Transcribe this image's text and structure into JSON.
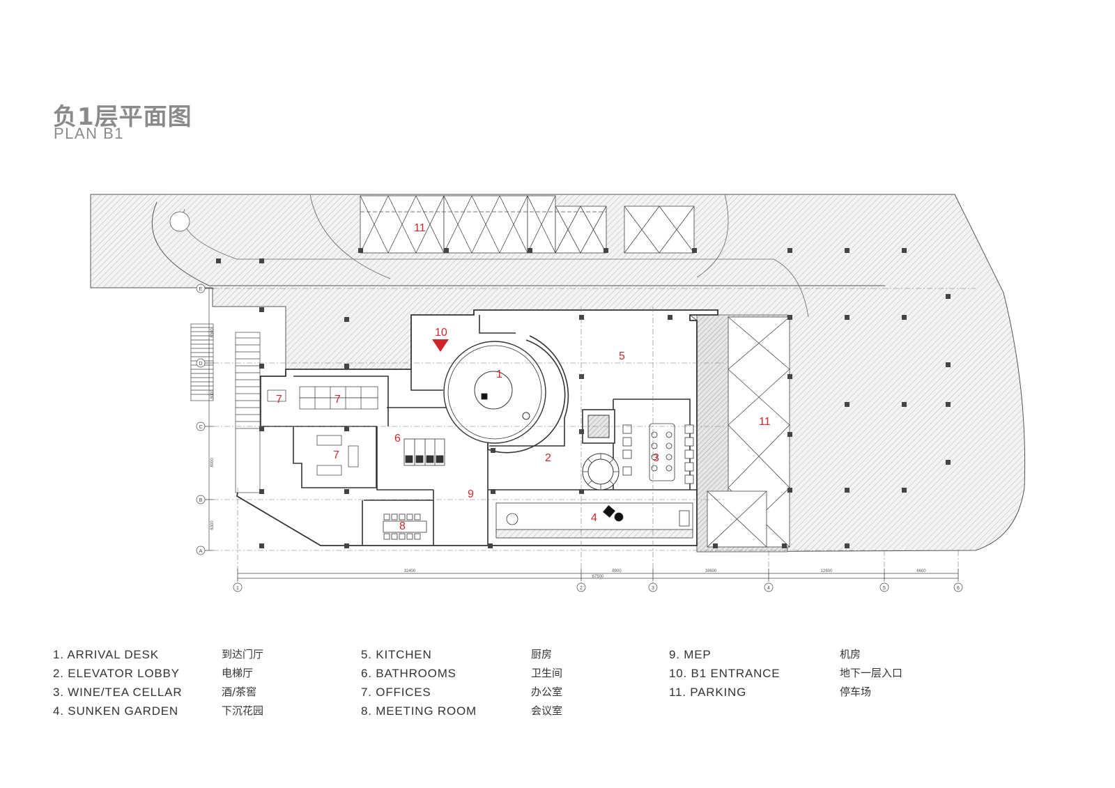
{
  "title": {
    "cn": "负1层平面图",
    "en": "PLAN B1"
  },
  "rooms": [
    {
      "num": "1"
    },
    {
      "num": "2"
    },
    {
      "num": "3"
    },
    {
      "num": "4"
    },
    {
      "num": "5"
    },
    {
      "num": "6"
    },
    {
      "num": "7"
    },
    {
      "num": "7"
    },
    {
      "num": "7"
    },
    {
      "num": "8"
    },
    {
      "num": "9"
    },
    {
      "num": "10"
    },
    {
      "num": "11"
    },
    {
      "num": "11"
    }
  ],
  "dimensions": {
    "overall": "67500",
    "segments": [
      "32400",
      "8900",
      "16600",
      "12600",
      "6600"
    ],
    "left": [
      "8000",
      "8000",
      "8000",
      "6300"
    ]
  },
  "grid": {
    "columns": [
      "1",
      "2",
      "3",
      "4",
      "5",
      "6"
    ],
    "rows": [
      "E",
      "D",
      "C",
      "B",
      "A"
    ]
  },
  "legend": {
    "col1": [
      {
        "en": "1. ARRIVAL DESK",
        "cn": "到达门厅"
      },
      {
        "en": "2. ELEVATOR LOBBY",
        "cn": "电梯厅"
      },
      {
        "en": "3. WINE/TEA CELLAR",
        "cn": "酒/茶窖"
      },
      {
        "en": "4. SUNKEN GARDEN",
        "cn": "下沉花园"
      }
    ],
    "col2": [
      {
        "en": "5. KITCHEN",
        "cn": "厨房"
      },
      {
        "en": "6. BATHROOMS",
        "cn": "卫生间"
      },
      {
        "en": "7. OFFICES",
        "cn": "办公室"
      },
      {
        "en": "8. MEETING ROOM",
        "cn": "会议室"
      }
    ],
    "col3": [
      {
        "en": "9. MEP",
        "cn": "机房"
      },
      {
        "en": "10. B1 ENTRANCE",
        "cn": "地下一层入口"
      },
      {
        "en": "11. PARKING",
        "cn": "停车场"
      }
    ]
  },
  "colors": {
    "accent": "#d0262b",
    "line": "#3a3a3a",
    "hatch": "#9a9a9a",
    "title": "#8a8a8a"
  }
}
